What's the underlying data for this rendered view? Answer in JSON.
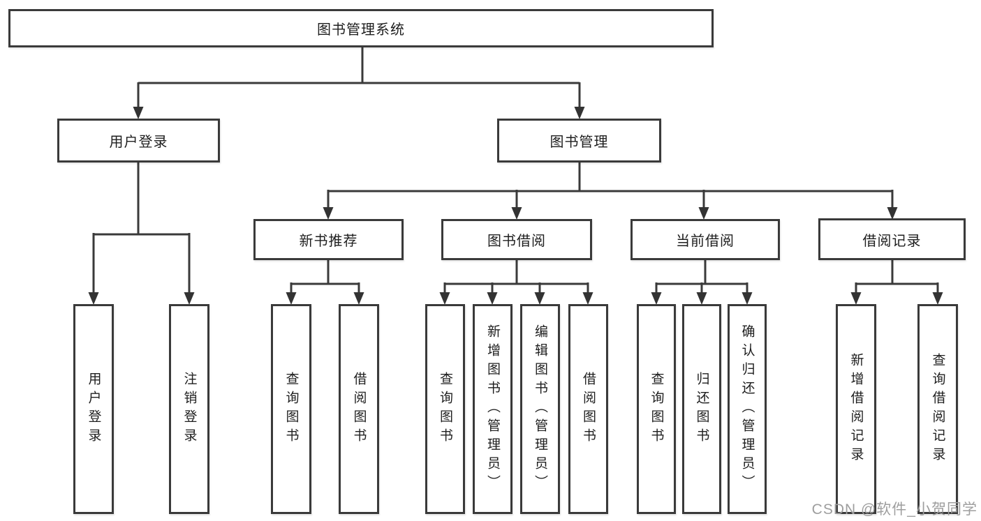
{
  "diagram": {
    "title": "图书管理系统",
    "watermark": "CSDN @软件_小贺同学",
    "colors": {
      "line": "#3a3a3a",
      "text": "#1e1e1e",
      "watermark": "#9e9e9e",
      "background": "#ffffff"
    },
    "nodes": {
      "root": {
        "label": "图书管理系统"
      },
      "user_login": {
        "label": "用户登录"
      },
      "book_mgmt": {
        "label": "图书管理"
      },
      "new_book": {
        "label": "新书推荐"
      },
      "book_borrow": {
        "label": "图书借阅"
      },
      "current_borrow": {
        "label": "当前借阅"
      },
      "borrow_record": {
        "label": "借阅记录"
      },
      "leaves": {
        "ul1": {
          "label": "用户登录",
          "parent": "用户登录"
        },
        "ul2": {
          "label": "注销登录",
          "parent": "用户登录"
        },
        "nb1": {
          "label": "查询图书",
          "parent": "新书推荐"
        },
        "nb2": {
          "label": "借阅图书",
          "parent": "新书推荐"
        },
        "bb1": {
          "label": "查询图书",
          "parent": "图书借阅"
        },
        "bb2": {
          "label": "新增图书（管理员）",
          "parent": "图书借阅"
        },
        "bb3": {
          "label": "编辑图书（管理员）",
          "parent": "图书借阅"
        },
        "bb4": {
          "label": "借阅图书",
          "parent": "图书借阅"
        },
        "cb1": {
          "label": "查询图书",
          "parent": "当前借阅"
        },
        "cb2": {
          "label": "归还图书",
          "parent": "当前借阅"
        },
        "cb3": {
          "label": "确认归还（管理员）",
          "parent": "当前借阅"
        },
        "br1": {
          "label": "新增借阅记录",
          "parent": "借阅记录"
        },
        "br2": {
          "label": "查询借阅记录",
          "parent": "借阅记录"
        }
      }
    }
  }
}
